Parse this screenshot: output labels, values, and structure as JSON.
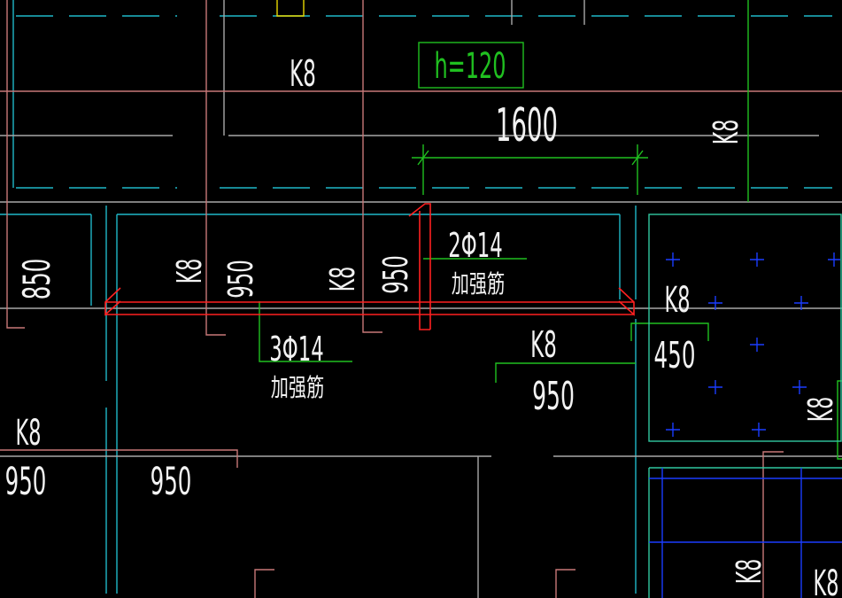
{
  "colors": {
    "background": "#000000",
    "axis": "#1fb8c8",
    "grid": "#a8a8a8",
    "beam": "#c87878",
    "annotation": "#20c020",
    "panel_edge": "#30c8a0",
    "hatch": "#1a3cff",
    "rebar": "#ff2020",
    "highlight": "#e8d800",
    "text": "#f2f2f2"
  },
  "slab": {
    "mark": "K8",
    "thickness": "h=120"
  },
  "dimension": {
    "span": "1600"
  },
  "reinforcement": {
    "upper": {
      "bars": "2Φ14",
      "note": "加强筋"
    },
    "lower": {
      "bars": "3Φ14",
      "note": "加强筋"
    }
  },
  "labels": {
    "k8_right_top": "K8",
    "len_850_left": "850",
    "k8_mid_a": "K8",
    "len_950_mid_a": "950",
    "k8_mid_b": "K8",
    "len_950_mid_b": "950",
    "k8_right_mid": "K8",
    "k8_center": "K8",
    "len_450": "450",
    "len_950_center": "950",
    "k8_far_right": "K8",
    "k8_left_low": "K8",
    "len_950_left_low": "950",
    "len_950_low": "950",
    "k8_bottom_a": "K8",
    "k8_bottom_b": "K8"
  }
}
